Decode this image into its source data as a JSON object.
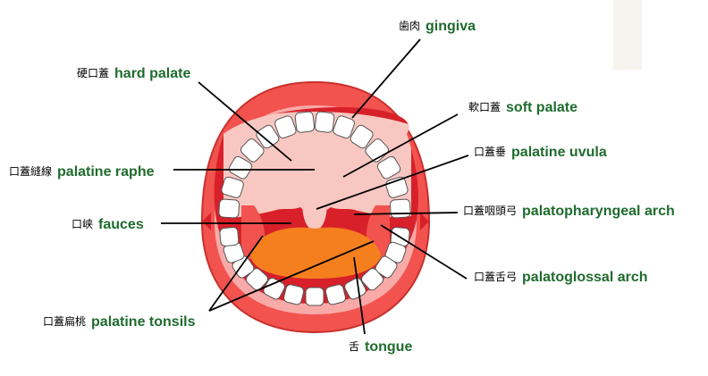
{
  "colors": {
    "english_label": "#1f6b2e",
    "japanese_label": "#000000",
    "lip": "#f2534f",
    "lip_outline": "#c8302c",
    "gum": "#f8aaa8",
    "palate": "#f9c7c1",
    "throat": "#d8202a",
    "tongue": "#f57f1f",
    "teeth": "#ffffff",
    "leader_line": "#000000",
    "corner_box": "#f6f4ee"
  },
  "labels": {
    "gingiva": {
      "ja": "歯肉",
      "en": "gingiva"
    },
    "hard_palate": {
      "ja": "硬口蓋",
      "en": "hard palate"
    },
    "soft_palate": {
      "ja": "軟口蓋",
      "en": "soft palate"
    },
    "palatine_uvula": {
      "ja": "口蓋垂",
      "en": "palatine uvula"
    },
    "palatine_raphe": {
      "ja": "口蓋縫線",
      "en": "palatine raphe"
    },
    "palatopharyngeal_arch": {
      "ja": "口蓋咽頭弓",
      "en": "palatopharyngeal arch"
    },
    "fauces": {
      "ja": "口峡",
      "en": "fauces"
    },
    "palatoglossal_arch": {
      "ja": "口蓋舌弓",
      "en": "palatoglossal arch"
    },
    "palatine_tonsils": {
      "ja": "口蓋扁桃",
      "en": "palatine tonsils"
    },
    "tongue": {
      "ja": "舌",
      "en": "tongue"
    }
  }
}
